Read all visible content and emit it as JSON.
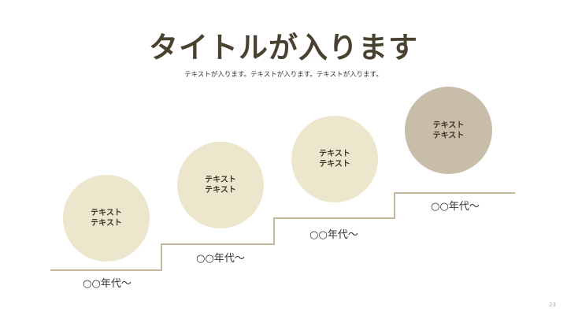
{
  "slide": {
    "title": "タイトルが入ります",
    "subtitle": "テキストが入ります。テキストが入ります。テキストが入ります。",
    "page_number": "23"
  },
  "colors": {
    "title": "#4a4230",
    "circle_light": "#ece6cc",
    "circle_dark": "#c7bda9",
    "step_line": "#c4b99e"
  },
  "steps": [
    {
      "line1": "テキスト",
      "line2": "テキスト",
      "era": "○○年代～"
    },
    {
      "line1": "テキスト",
      "line2": "テキスト",
      "era": "○○年代～"
    },
    {
      "line1": "テキスト",
      "line2": "テキスト",
      "era": "○○年代～"
    },
    {
      "line1": "テキスト",
      "line2": "テキスト",
      "era": "○○年代～"
    }
  ]
}
